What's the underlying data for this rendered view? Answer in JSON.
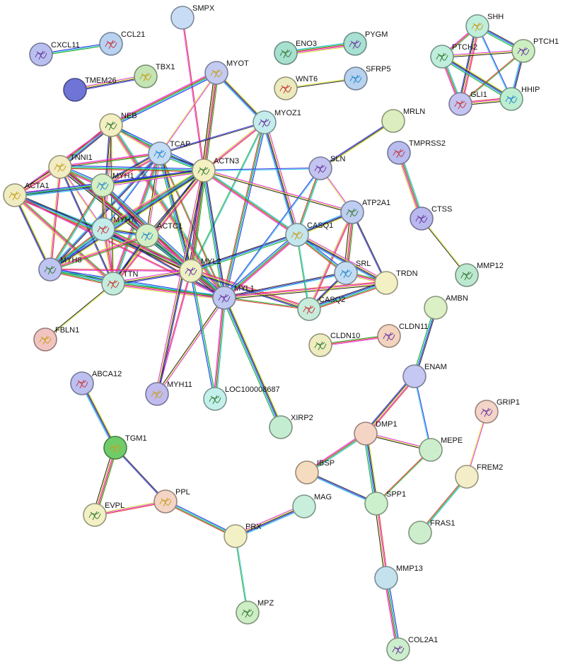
{
  "nodes": [
    {
      "id": "SMPX",
      "color": "#c9dcf5",
      "glyph": false
    },
    {
      "id": "CXCL11",
      "color": "#b9c0f0",
      "glyph": true
    },
    {
      "id": "CCL21",
      "color": "#b9d2f2",
      "glyph": true
    },
    {
      "id": "TMEM26",
      "color": "#6f75d6",
      "glyph": false
    },
    {
      "id": "TBX1",
      "color": "#c4e4b4",
      "glyph": true
    },
    {
      "id": "ENO3",
      "color": "#a8e0d0",
      "glyph": true
    },
    {
      "id": "PYGM",
      "color": "#a8e0d4",
      "glyph": true
    },
    {
      "id": "WNT6",
      "color": "#ecebbf",
      "glyph": true
    },
    {
      "id": "SFRP5",
      "color": "#b8d2ef",
      "glyph": true
    },
    {
      "id": "SHH",
      "color": "#bfeedd",
      "glyph": true
    },
    {
      "id": "PTCH2",
      "color": "#bfeedd",
      "glyph": true
    },
    {
      "id": "PTCH1",
      "color": "#cdeec0",
      "glyph": true
    },
    {
      "id": "GLI1",
      "color": "#c4c4f0",
      "glyph": true
    },
    {
      "id": "HHIP",
      "color": "#bdeed2",
      "glyph": true
    },
    {
      "id": "MYOT",
      "color": "#c4cbf2",
      "glyph": true
    },
    {
      "id": "NEB",
      "color": "#f3efc2",
      "glyph": true
    },
    {
      "id": "MYOZ1",
      "color": "#c4ecec",
      "glyph": true
    },
    {
      "id": "MRLN",
      "color": "#dceebf",
      "glyph": false
    },
    {
      "id": "TCAP",
      "color": "#c4dcf4",
      "glyph": true
    },
    {
      "id": "TNNI1",
      "color": "#f2ecc4",
      "glyph": true
    },
    {
      "id": "ACTN3",
      "color": "#f3f0c2",
      "glyph": true
    },
    {
      "id": "SLN",
      "color": "#c4c4f0",
      "glyph": true
    },
    {
      "id": "TMPRSS2",
      "color": "#b8bcef",
      "glyph": true
    },
    {
      "id": "MYH1",
      "color": "#d4efc4",
      "glyph": true
    },
    {
      "id": "ACTA1",
      "color": "#f0ecc2",
      "glyph": true
    },
    {
      "id": "ATP2A1",
      "color": "#c0cdf2",
      "glyph": true
    },
    {
      "id": "CTSS",
      "color": "#b9b9ef",
      "glyph": true
    },
    {
      "id": "MYH7",
      "color": "#c4ecec",
      "glyph": true
    },
    {
      "id": "ACTC1",
      "color": "#d4efc4",
      "glyph": true
    },
    {
      "id": "CASQ1",
      "color": "#c4e6ee",
      "glyph": true
    },
    {
      "id": "MYH8",
      "color": "#c0c4f2",
      "glyph": true
    },
    {
      "id": "MYL2",
      "color": "#eef0c4",
      "glyph": true
    },
    {
      "id": "TTN",
      "color": "#c4ecdc",
      "glyph": true
    },
    {
      "id": "SRL",
      "color": "#c4dcf2",
      "glyph": true
    },
    {
      "id": "TRDN",
      "color": "#f3f0c4",
      "glyph": false
    },
    {
      "id": "MMP12",
      "color": "#bde8d0",
      "glyph": true
    },
    {
      "id": "MYL1",
      "color": "#bfc8f0",
      "glyph": true
    },
    {
      "id": "CASQ2",
      "color": "#c8ecdc",
      "glyph": true
    },
    {
      "id": "AMBN",
      "color": "#dcf0c6",
      "glyph": false
    },
    {
      "id": "FBLN1",
      "color": "#f2c4c0",
      "glyph": true
    },
    {
      "id": "CLDN10",
      "color": "#eeecc0",
      "glyph": true
    },
    {
      "id": "CLDN11",
      "color": "#f4d4bf",
      "glyph": true
    },
    {
      "id": "ABCA12",
      "color": "#bcc0f0",
      "glyph": true
    },
    {
      "id": "ENAM",
      "color": "#c4c8f2",
      "glyph": false
    },
    {
      "id": "MYH11",
      "color": "#c0bcf0",
      "glyph": true
    },
    {
      "id": "LOC100008687",
      "color": "#c4f0ec",
      "glyph": true
    },
    {
      "id": "GRIP1",
      "color": "#f4d4c8",
      "glyph": true
    },
    {
      "id": "XIRP2",
      "color": "#c4ecd0",
      "glyph": false
    },
    {
      "id": "DMP1",
      "color": "#f4d4c4",
      "glyph": false
    },
    {
      "id": "TGM1",
      "color": "#6fcc6a",
      "glyph": true
    },
    {
      "id": "MEPE",
      "color": "#cdeecc",
      "glyph": false
    },
    {
      "id": "FREM2",
      "color": "#f4eec8",
      "glyph": false
    },
    {
      "id": "IBSP",
      "color": "#f6dcbf",
      "glyph": false
    },
    {
      "id": "MAG",
      "color": "#c8eedc",
      "glyph": false
    },
    {
      "id": "PPL",
      "color": "#f4d4c4",
      "glyph": true
    },
    {
      "id": "EVPL",
      "color": "#f2f0c4",
      "glyph": true
    },
    {
      "id": "SPP1",
      "color": "#cdf0cc",
      "glyph": false
    },
    {
      "id": "FRAS1",
      "color": "#cdeecc",
      "glyph": false
    },
    {
      "id": "PRX",
      "color": "#f4f0c6",
      "glyph": false
    },
    {
      "id": "MMP13",
      "color": "#c4e2ee",
      "glyph": false
    },
    {
      "id": "MPZ",
      "color": "#cdeec4",
      "glyph": true
    },
    {
      "id": "COL2A1",
      "color": "#cdeecc",
      "glyph": true
    }
  ],
  "edges": [
    [
      "SMPX",
      "ACTN3"
    ],
    [
      "CXCL11",
      "CCL21"
    ],
    [
      "TMEM26",
      "TBX1"
    ],
    [
      "ENO3",
      "PYGM"
    ],
    [
      "WNT6",
      "SFRP5"
    ],
    [
      "SHH",
      "PTCH2"
    ],
    [
      "SHH",
      "PTCH1"
    ],
    [
      "SHH",
      "GLI1"
    ],
    [
      "SHH",
      "HHIP"
    ],
    [
      "PTCH2",
      "PTCH1"
    ],
    [
      "PTCH2",
      "GLI1"
    ],
    [
      "PTCH2",
      "HHIP"
    ],
    [
      "PTCH1",
      "GLI1"
    ],
    [
      "PTCH1",
      "HHIP"
    ],
    [
      "GLI1",
      "HHIP"
    ],
    [
      "MYOT",
      "NEB"
    ],
    [
      "MYOT",
      "TCAP"
    ],
    [
      "MYOT",
      "ACTN3"
    ],
    [
      "MYOT",
      "MYOZ1"
    ],
    [
      "MYOT",
      "MYL2"
    ],
    [
      "MYOZ1",
      "TCAP"
    ],
    [
      "MYOZ1",
      "ACTN3"
    ],
    [
      "MYOZ1",
      "MYL1"
    ],
    [
      "MYOZ1",
      "CASQ1"
    ],
    [
      "MYOZ1",
      "MYL2"
    ],
    [
      "MRLN",
      "SLN"
    ],
    [
      "NEB",
      "TCAP"
    ],
    [
      "NEB",
      "TNNI1"
    ],
    [
      "NEB",
      "ACTA1"
    ],
    [
      "NEB",
      "ACTN3"
    ],
    [
      "NEB",
      "MYH7"
    ],
    [
      "NEB",
      "MYL1"
    ],
    [
      "NEB",
      "TTN"
    ],
    [
      "TCAP",
      "TNNI1"
    ],
    [
      "TCAP",
      "ACTN3"
    ],
    [
      "TCAP",
      "MYH1"
    ],
    [
      "TCAP",
      "MYH7"
    ],
    [
      "TCAP",
      "ACTC1"
    ],
    [
      "TCAP",
      "TTN"
    ],
    [
      "TCAP",
      "MYL2"
    ],
    [
      "TCAP",
      "MYL1"
    ],
    [
      "TCAP",
      "MYH8"
    ],
    [
      "TNNI1",
      "ACTA1"
    ],
    [
      "TNNI1",
      "MYH1"
    ],
    [
      "TNNI1",
      "MYH7"
    ],
    [
      "TNNI1",
      "ACTC1"
    ],
    [
      "TNNI1",
      "MYL2"
    ],
    [
      "TNNI1",
      "MYL1"
    ],
    [
      "TNNI1",
      "TTN"
    ],
    [
      "TNNI1",
      "MYH8"
    ],
    [
      "TNNI1",
      "ACTN3"
    ],
    [
      "ACTA1",
      "MYH1"
    ],
    [
      "ACTA1",
      "MYH7"
    ],
    [
      "ACTA1",
      "MYH8"
    ],
    [
      "ACTA1",
      "TTN"
    ],
    [
      "ACTA1",
      "MYL2"
    ],
    [
      "ACTA1",
      "MYL1"
    ],
    [
      "ACTA1",
      "ACTN3"
    ],
    [
      "ACTN3",
      "MYH1"
    ],
    [
      "ACTN3",
      "MYH7"
    ],
    [
      "ACTN3",
      "ACTC1"
    ],
    [
      "ACTN3",
      "MYL2"
    ],
    [
      "ACTN3",
      "MYL1"
    ],
    [
      "ACTN3",
      "TTN"
    ],
    [
      "ACTN3",
      "SLN"
    ],
    [
      "ACTN3",
      "ATP2A1"
    ],
    [
      "ACTN3",
      "CASQ1"
    ],
    [
      "ACTN3",
      "MYH8"
    ],
    [
      "MYH1",
      "MYH7"
    ],
    [
      "MYH1",
      "ACTC1"
    ],
    [
      "MYH1",
      "MYL2"
    ],
    [
      "MYH1",
      "MYL1"
    ],
    [
      "MYH1",
      "TTN"
    ],
    [
      "MYH1",
      "MYH8"
    ],
    [
      "MYH7",
      "ACTC1"
    ],
    [
      "MYH7",
      "MYL2"
    ],
    [
      "MYH7",
      "MYL1"
    ],
    [
      "MYH7",
      "TTN"
    ],
    [
      "MYH7",
      "MYH8"
    ],
    [
      "ACTC1",
      "MYL2"
    ],
    [
      "ACTC1",
      "MYL1"
    ],
    [
      "ACTC1",
      "TTN"
    ],
    [
      "ACTC1",
      "MYH8"
    ],
    [
      "MYH8",
      "TTN"
    ],
    [
      "MYH8",
      "MYL2"
    ],
    [
      "MYH8",
      "MYL1"
    ],
    [
      "TTN",
      "MYL2"
    ],
    [
      "TTN",
      "MYL1"
    ],
    [
      "TTN",
      "FBLN1"
    ],
    [
      "MYL2",
      "MYL1"
    ],
    [
      "MYL2",
      "CASQ1"
    ],
    [
      "MYL2",
      "CASQ2"
    ],
    [
      "MYL1",
      "SLN"
    ],
    [
      "MYL1",
      "MYH11"
    ],
    [
      "MYL1",
      "LOC100008687"
    ],
    [
      "MYL1",
      "XIRP2"
    ],
    [
      "MYL1",
      "CASQ2"
    ],
    [
      "MYL1",
      "SRL"
    ],
    [
      "MYL1",
      "TRDN"
    ],
    [
      "MYL1",
      "CASQ1"
    ],
    [
      "SLN",
      "ATP2A1"
    ],
    [
      "SLN",
      "CASQ1"
    ],
    [
      "ATP2A1",
      "CASQ1"
    ],
    [
      "ATP2A1",
      "SRL"
    ],
    [
      "ATP2A1",
      "TRDN"
    ],
    [
      "ATP2A1",
      "CASQ2"
    ],
    [
      "CASQ1",
      "SRL"
    ],
    [
      "CASQ1",
      "TRDN"
    ],
    [
      "CASQ1",
      "CASQ2"
    ],
    [
      "SRL",
      "CASQ2"
    ],
    [
      "SRL",
      "TRDN"
    ],
    [
      "CASQ2",
      "TRDN"
    ],
    [
      "MYH11",
      "MYL2"
    ],
    [
      "LOC100008687",
      "MYL2"
    ],
    [
      "MYH11",
      "ACTN3"
    ],
    [
      "TMPRSS2",
      "CTSS"
    ],
    [
      "CTSS",
      "MMP12"
    ],
    [
      "CLDN10",
      "CLDN11"
    ],
    [
      "AMBN",
      "ENAM"
    ],
    [
      "ENAM",
      "DMP1"
    ],
    [
      "ENAM",
      "MEPE"
    ],
    [
      "DMP1",
      "MEPE"
    ],
    [
      "DMP1",
      "IBSP"
    ],
    [
      "DMP1",
      "SPP1"
    ],
    [
      "MEPE",
      "SPP1"
    ],
    [
      "IBSP",
      "SPP1"
    ],
    [
      "SPP1",
      "MMP13"
    ],
    [
      "MMP13",
      "COL2A1"
    ],
    [
      "GRIP1",
      "FREM2"
    ],
    [
      "FREM2",
      "FRAS1"
    ],
    [
      "ABCA12",
      "TGM1"
    ],
    [
      "TGM1",
      "EVPL"
    ],
    [
      "TGM1",
      "PPL"
    ],
    [
      "PPL",
      "EVPL"
    ],
    [
      "PPL",
      "PRX"
    ],
    [
      "PRX",
      "MAG"
    ],
    [
      "PRX",
      "MPZ"
    ]
  ]
}
